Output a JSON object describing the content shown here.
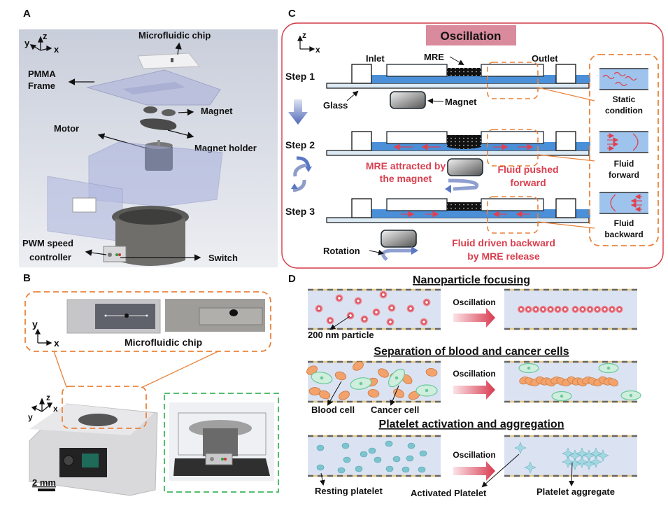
{
  "panels": {
    "A": {
      "letter": "A",
      "axes": {
        "y": "y",
        "z": "z",
        "x": "x"
      },
      "labels": {
        "chip": "Microfluidic chip",
        "pmma1": "PMMA",
        "pmma2": "Frame",
        "magnet": "Magnet",
        "motor": "Motor",
        "holder": "Magnet holder",
        "pwm1": "PWM speed",
        "pwm2": "controller",
        "switch": "Switch"
      }
    },
    "B": {
      "letter": "B",
      "axes": {
        "y": "y",
        "x": "x",
        "z": "z"
      },
      "chip_label": "Microfluidic chip",
      "scale_bar": "2 mm"
    },
    "C": {
      "letter": "C",
      "title": "Oscillation",
      "axes": {
        "z": "z",
        "x": "x"
      },
      "labels": {
        "inlet": "Inlet",
        "mre": "MRE",
        "outlet": "Outlet",
        "glass": "Glass",
        "magnet": "Magnet",
        "rotation": "Rotation"
      },
      "steps": [
        "Step 1",
        "Step 2",
        "Step 3"
      ],
      "captions": {
        "mre_attracted_1": "MRE attracted by",
        "mre_attracted_2": "the magnet",
        "pushed_1": "Fluid pushed",
        "pushed_2": "forward",
        "backward_1": "Fluid driven backward",
        "backward_2": "by MRE release"
      },
      "insets": [
        {
          "line1": "Static",
          "line2": "condition"
        },
        {
          "line1": "Fluid",
          "line2": "forward"
        },
        {
          "line1": "Fluid",
          "line2": "backward"
        }
      ]
    },
    "D": {
      "letter": "D",
      "arrow_label": "Oscillation",
      "rows": [
        {
          "title": "Nanoparticle focusing",
          "annot": [
            "200 nm particle"
          ]
        },
        {
          "title": "Separation of blood and cancer cells",
          "annot": [
            "Blood cell",
            "Cancer cell"
          ]
        },
        {
          "title": "Platelet activation and aggregation",
          "annot": [
            "Resting platelet",
            "Activated Platelet",
            "Platelet aggregate"
          ]
        }
      ]
    }
  },
  "colors": {
    "red_caption": "#d9404f",
    "orange_dash": "#e9823a",
    "green_dash": "#3cb65c",
    "frame_red": "#d43a4a",
    "fluid_blue": "#4a8fd8",
    "title_pink": "#d98a9c",
    "channel_fill": "#dbe3f3"
  }
}
